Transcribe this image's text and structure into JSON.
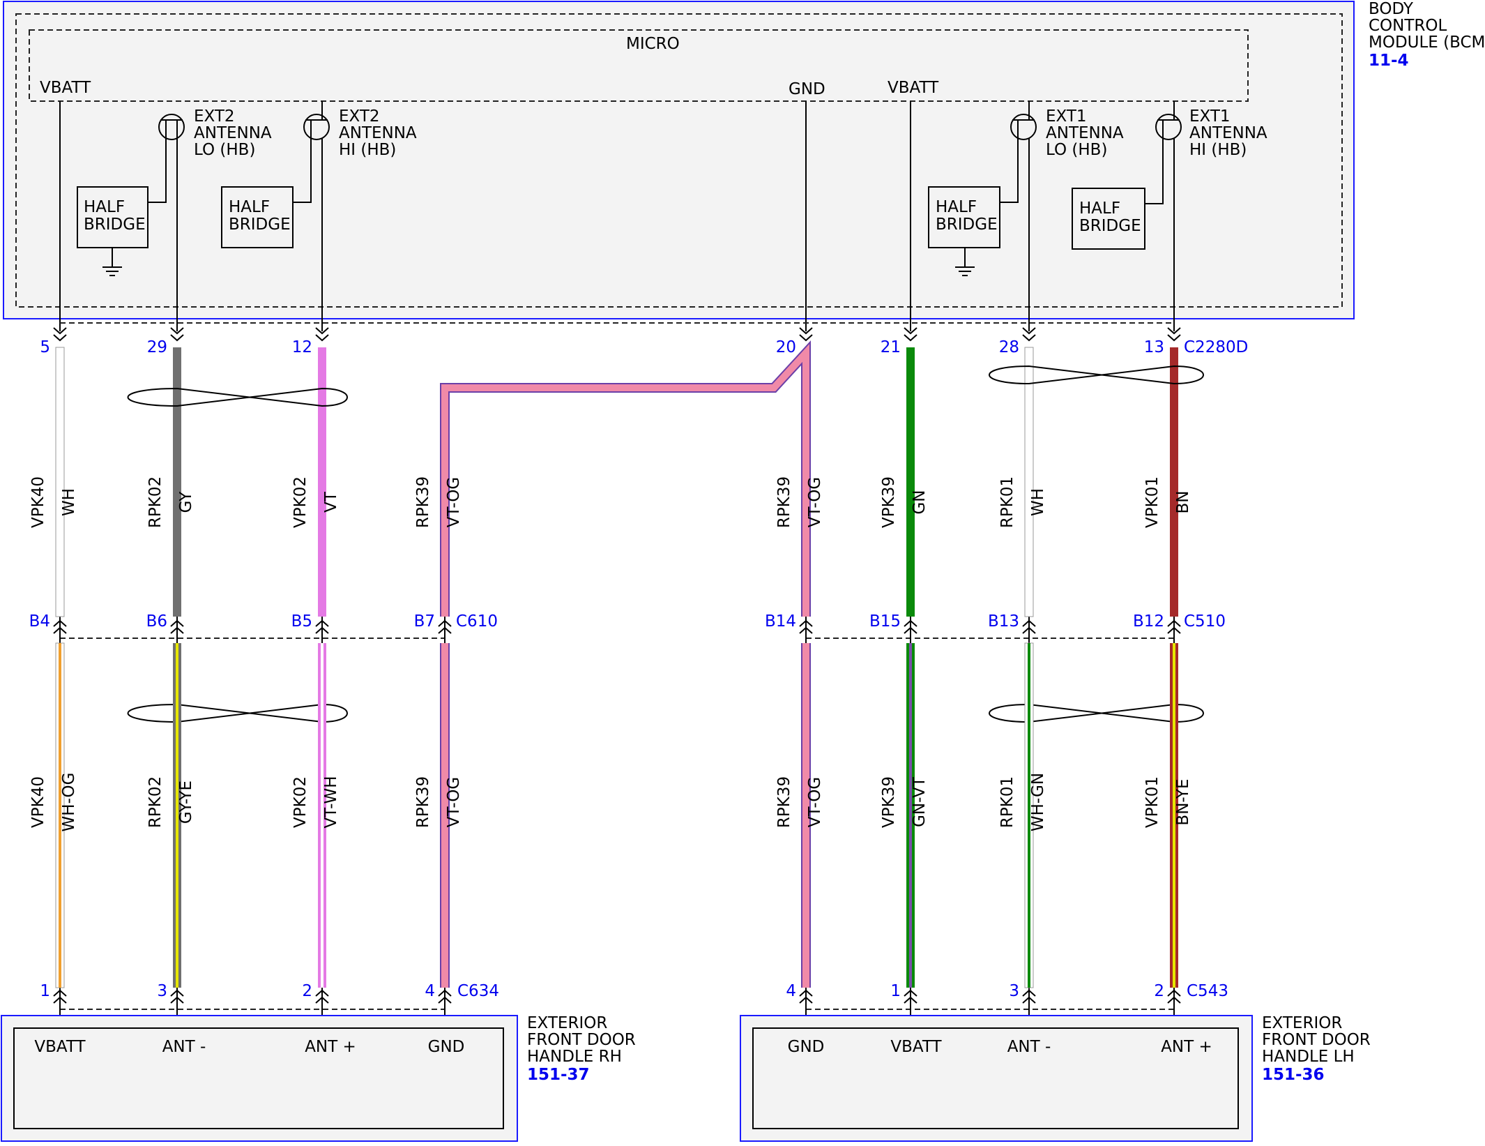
{
  "bcm": {
    "name_lines": [
      "BODY",
      "CONTROL",
      "MODULE (BCM)"
    ],
    "ref": "11-4",
    "micro_label": "MICRO",
    "vbatt_left": "VBATT",
    "gnd": "GND",
    "vbatt_right": "VBATT",
    "antennas": [
      {
        "lines": [
          "EXT2",
          "ANTENNA",
          "LO (HB)"
        ],
        "driver": [
          "HALF",
          "BRIDGE"
        ]
      },
      {
        "lines": [
          "EXT2",
          "ANTENNA",
          "HI (HB)"
        ],
        "driver": [
          "HALF",
          "BRIDGE"
        ]
      },
      {
        "lines": [
          "EXT1",
          "ANTENNA",
          "LO (HB)"
        ],
        "driver": [
          "HALF",
          "BRIDGE"
        ]
      },
      {
        "lines": [
          "EXT1",
          "ANTENNA",
          "HI (HB)"
        ],
        "driver": [
          "HALF",
          "BRIDGE"
        ]
      }
    ]
  },
  "connectors": {
    "top": "C2280D",
    "mid_left": "C610",
    "mid_right": "C510",
    "bottom_left": "C634",
    "bottom_right": "C543"
  },
  "pins_top": [
    "5",
    "29",
    "12",
    "20",
    "21",
    "28",
    "13"
  ],
  "pins_mid": [
    "B4",
    "B6",
    "B5",
    "B7",
    "B14",
    "B15",
    "B13",
    "B12"
  ],
  "pins_bottom": [
    "1",
    "3",
    "2",
    "4",
    "4",
    "1",
    "3",
    "2"
  ],
  "wires_upper": [
    {
      "circuit": "VPK40",
      "color": "WH"
    },
    {
      "circuit": "RPK02",
      "color": "GY"
    },
    {
      "circuit": "VPK02",
      "color": "VT"
    },
    {
      "circuit": "RPK39",
      "color": "VT-OG"
    },
    {
      "circuit": "RPK39",
      "color": "VT-OG"
    },
    {
      "circuit": "VPK39",
      "color": "GN"
    },
    {
      "circuit": "RPK01",
      "color": "WH"
    },
    {
      "circuit": "VPK01",
      "color": "BN"
    }
  ],
  "wires_lower": [
    {
      "circuit": "VPK40",
      "color": "WH-OG"
    },
    {
      "circuit": "RPK02",
      "color": "GY-YE"
    },
    {
      "circuit": "VPK02",
      "color": "VT-WH"
    },
    {
      "circuit": "RPK39",
      "color": "VT-OG"
    },
    {
      "circuit": "RPK39",
      "color": "VT-OG"
    },
    {
      "circuit": "VPK39",
      "color": "GN-VT"
    },
    {
      "circuit": "RPK01",
      "color": "WH-GN"
    },
    {
      "circuit": "VPK01",
      "color": "BN-YE"
    }
  ],
  "handle_rh": {
    "name_lines": [
      "EXTERIOR",
      "FRONT DOOR",
      "HANDLE RH"
    ],
    "ref": "151-37",
    "pins": [
      "VBATT",
      "ANT -",
      "ANT +",
      "GND"
    ]
  },
  "handle_lh": {
    "name_lines": [
      "EXTERIOR",
      "FRONT DOOR",
      "HANDLE LH"
    ],
    "ref": "151-36",
    "pins": [
      "GND",
      "VBATT",
      "ANT -",
      "ANT +"
    ]
  },
  "colors": {
    "module_border": "#1a1aff",
    "pin_label": "#0000ee",
    "WH": "#ffffff",
    "GY": "#707070",
    "VT": "#e47ae4",
    "VT_OG": "#f08aa8",
    "GN": "#0a8a0a",
    "BN": "#a52a2a",
    "OG": "#f0a030",
    "YE": "#e6e600"
  }
}
